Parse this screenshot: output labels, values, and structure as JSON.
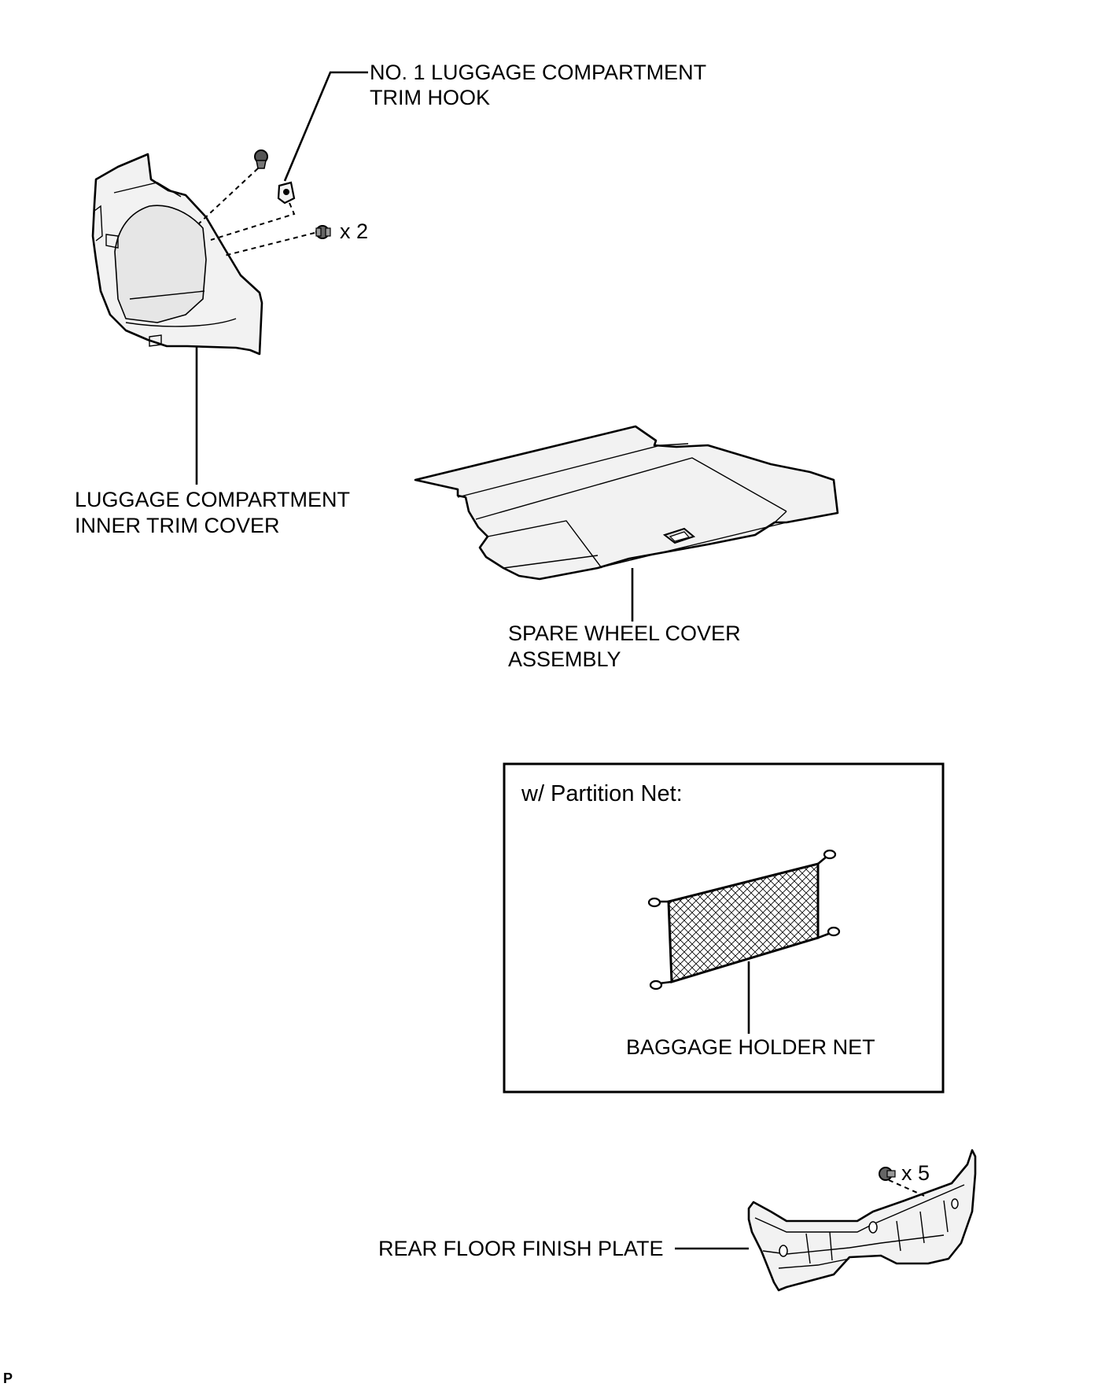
{
  "labels": {
    "trim_hook_line1": "NO. 1 LUGGAGE COMPARTMENT",
    "trim_hook_line2": "TRIM HOOK",
    "clip_count_top": "x 2",
    "inner_trim_line1": "LUGGAGE COMPARTMENT",
    "inner_trim_line2": "INNER TRIM COVER",
    "spare_wheel_line1": "SPARE WHEEL COVER",
    "spare_wheel_line2": "ASSEMBLY",
    "partition_title": "w/ Partition Net:",
    "baggage_net": "BAGGAGE HOLDER NET",
    "clip_count_bottom": "x 5",
    "rear_floor": "REAR FLOOR FINISH PLATE",
    "corner_mark": "P"
  },
  "colors": {
    "ink": "#000000",
    "paper": "#ffffff",
    "part_fill": "#f2f2f2",
    "part_shade": "#e6e6e6"
  }
}
